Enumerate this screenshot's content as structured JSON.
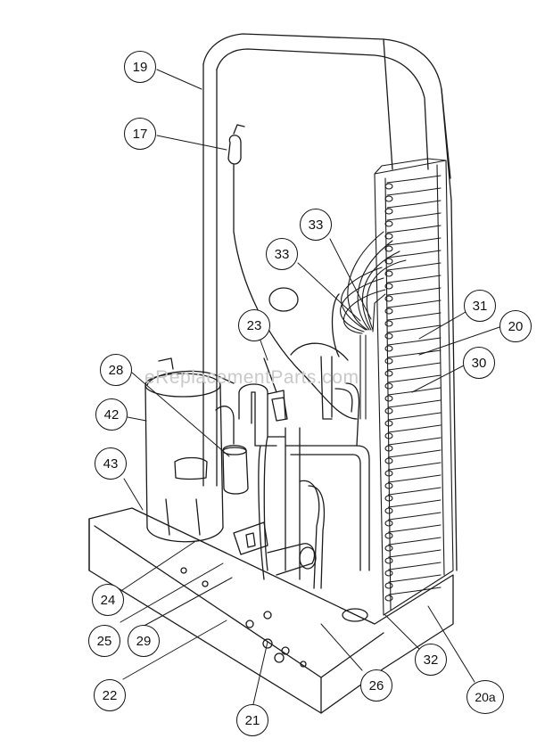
{
  "watermark": "eReplacementParts.com",
  "callouts": [
    {
      "id": "19"
    },
    {
      "id": "17"
    },
    {
      "id": "33a",
      "label": "33"
    },
    {
      "id": "33b",
      "label": "33"
    },
    {
      "id": "23"
    },
    {
      "id": "31"
    },
    {
      "id": "20"
    },
    {
      "id": "30"
    },
    {
      "id": "28"
    },
    {
      "id": "42"
    },
    {
      "id": "43"
    },
    {
      "id": "24"
    },
    {
      "id": "25"
    },
    {
      "id": "29"
    },
    {
      "id": "22"
    },
    {
      "id": "21"
    },
    {
      "id": "26"
    },
    {
      "id": "32"
    },
    {
      "id": "20a"
    }
  ],
  "labels": {
    "c19": "19",
    "c17": "17",
    "c33a": "33",
    "c33b": "33",
    "c23": "23",
    "c31": "31",
    "c20": "20",
    "c30": "30",
    "c28": "28",
    "c42": "42",
    "c43": "43",
    "c24": "24",
    "c25": "25",
    "c29": "29",
    "c22": "22",
    "c21": "21",
    "c26": "26",
    "c32": "32",
    "c20a": "20a"
  }
}
